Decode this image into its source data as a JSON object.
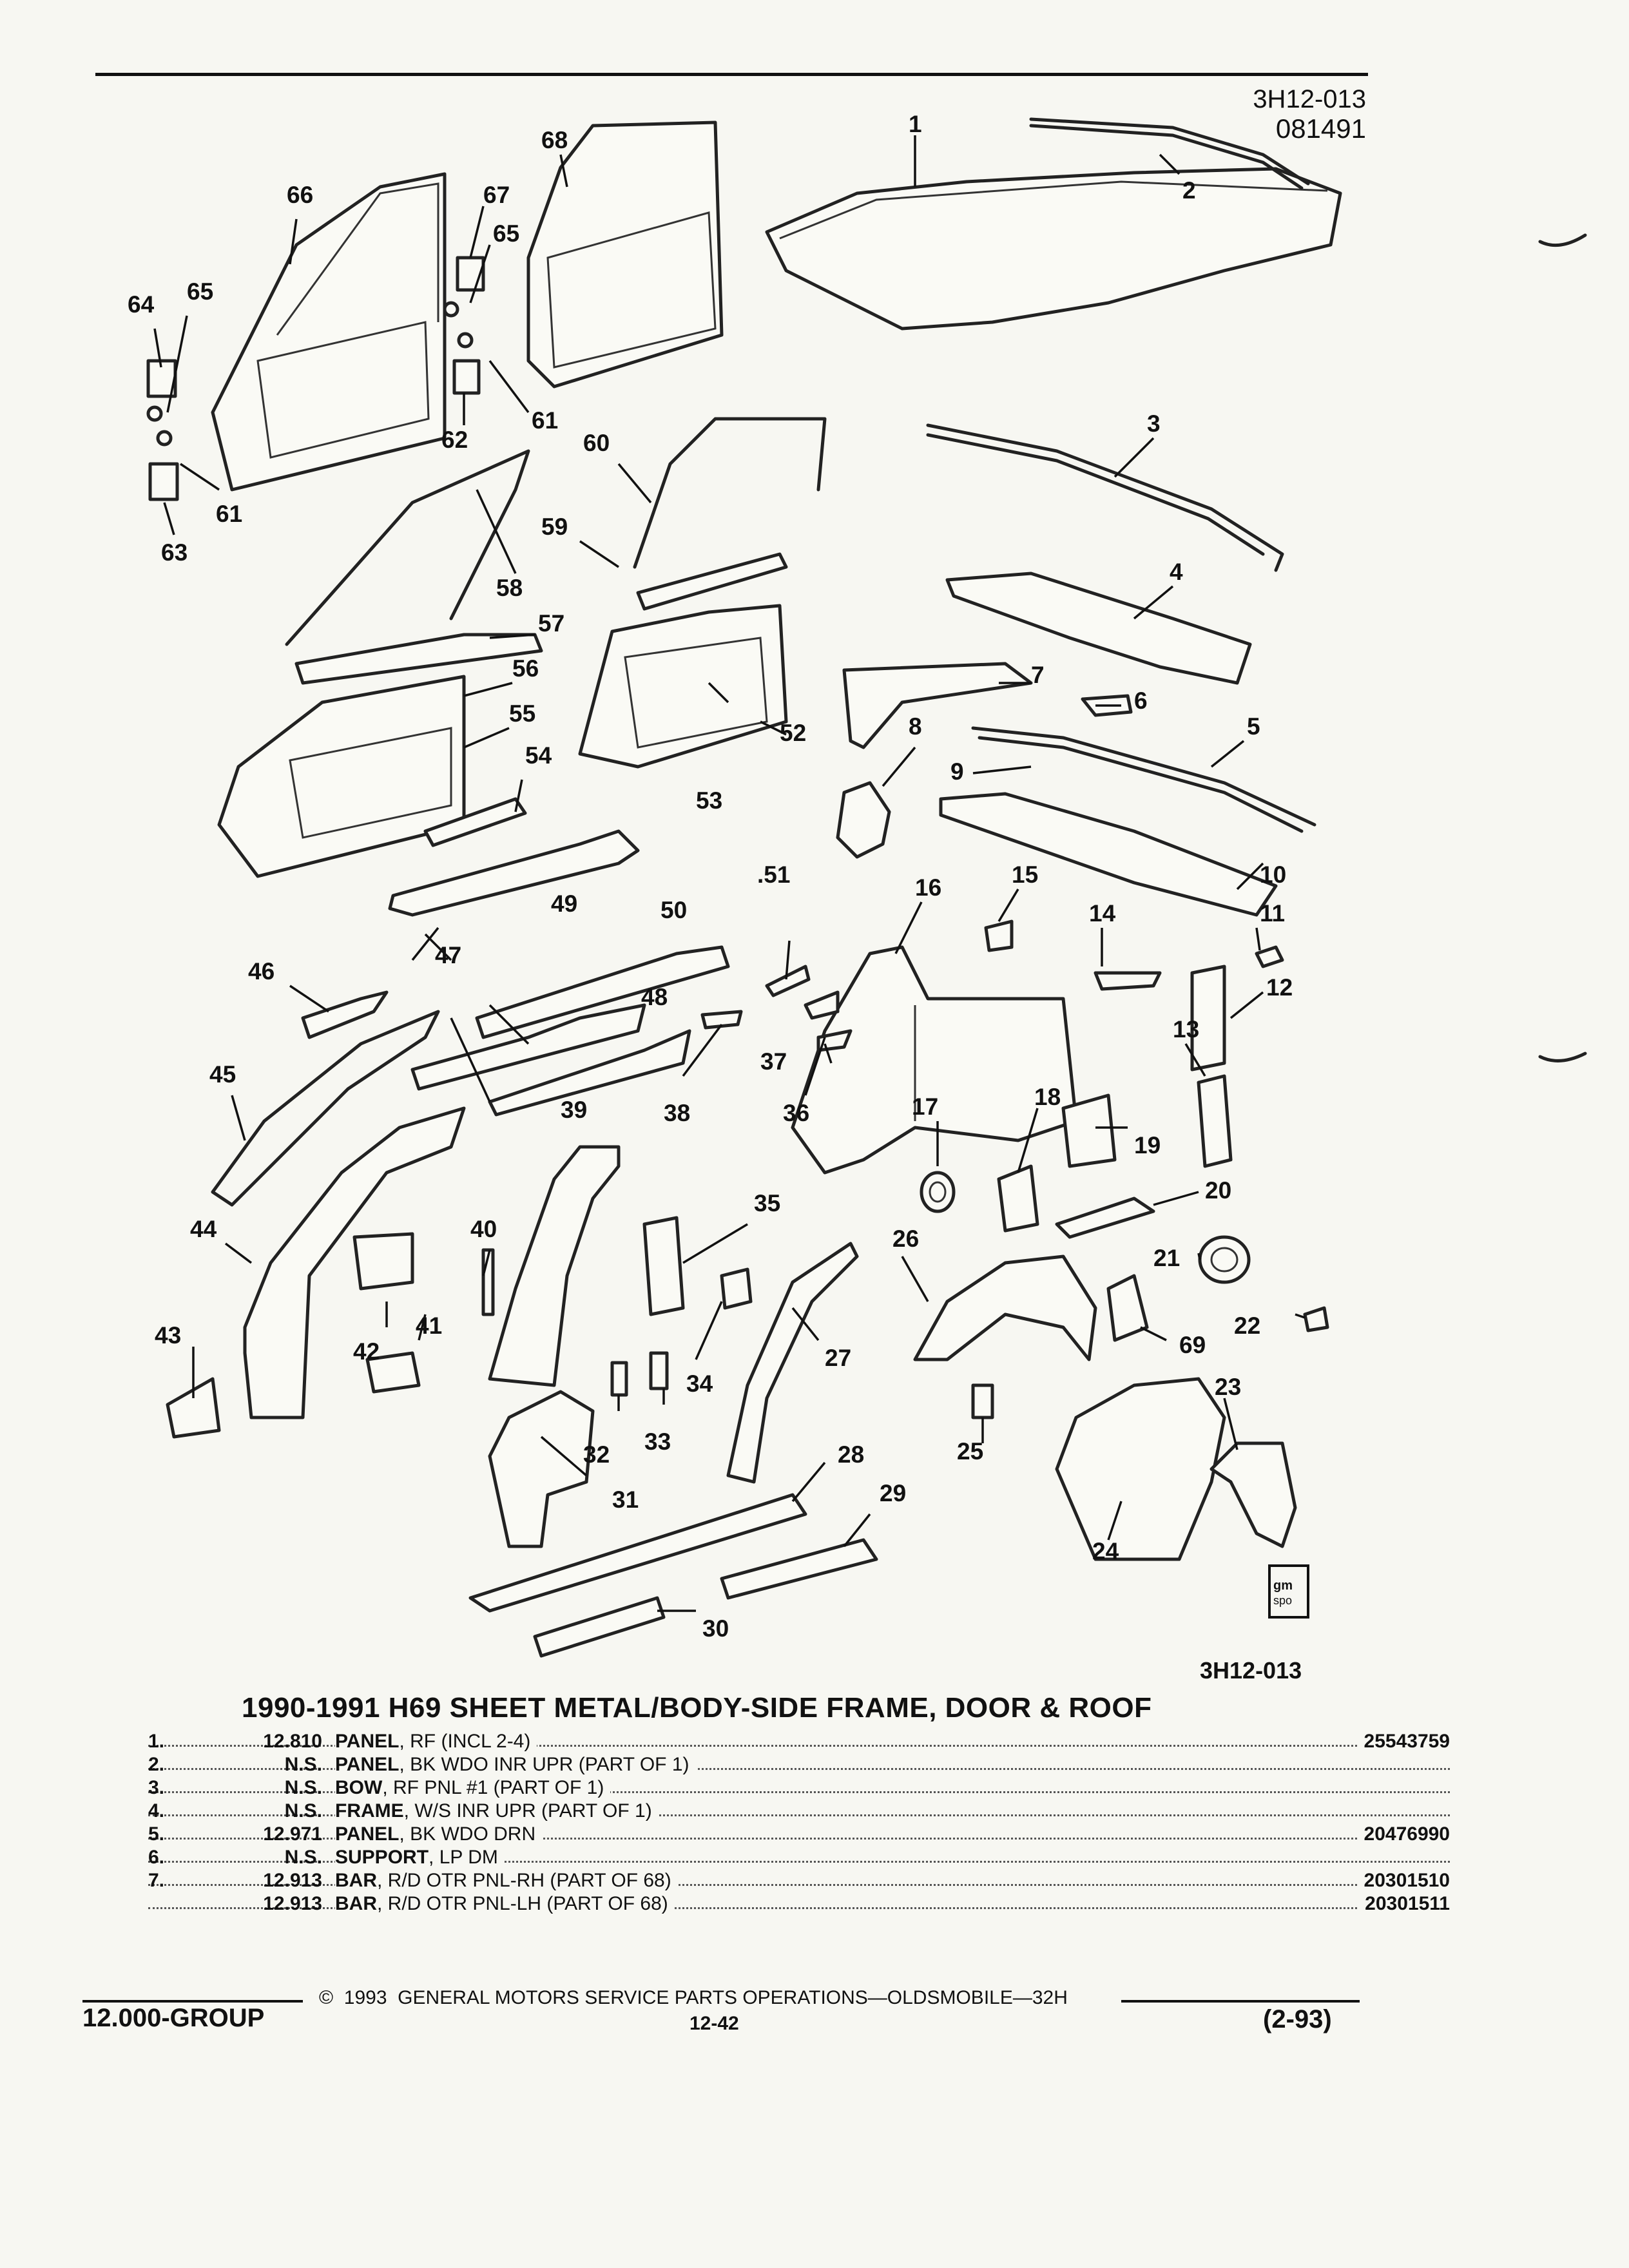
{
  "header": {
    "code_top": "3H12-013",
    "date_code": "081491"
  },
  "diagram": {
    "callouts": [
      "1",
      "2",
      "3",
      "4",
      "5",
      "6",
      "7",
      "8",
      "9",
      "10",
      "11",
      "12",
      "13",
      "14",
      "15",
      "16",
      "17",
      "18",
      "19",
      "20",
      "21",
      "22",
      "23",
      "24",
      "25",
      "26",
      "27",
      "28",
      "29",
      "30",
      "31",
      "32",
      "33",
      "34",
      "35",
      "36",
      "37",
      "38",
      "39",
      "40",
      "41",
      "42",
      "43",
      "44",
      "45",
      "46",
      "47",
      "48",
      "49",
      "50",
      ".51",
      "52",
      "53",
      "54",
      "55",
      "56",
      "57",
      "58",
      "59",
      "60",
      "61",
      "61",
      "62",
      "63",
      "64",
      "65",
      "65",
      "66",
      "67",
      "68",
      "69"
    ],
    "code_bottom": "3H12-013",
    "logo_text": [
      "gm",
      "spo"
    ]
  },
  "caption": "1990-1991 H69 SHEET METAL/BODY-SIDE FRAME, DOOR & ROOF",
  "parts": [
    {
      "num": "1.",
      "group": "12.810",
      "name": "PANEL",
      "desc": ", RF (INCL 2-4)",
      "part_no": "25543759"
    },
    {
      "num": "2.",
      "group": "N.S.",
      "name": "PANEL",
      "desc": ", BK WDO INR UPR (PART OF 1)",
      "part_no": ""
    },
    {
      "num": "3.",
      "group": "N.S.",
      "name": "BOW",
      "desc": ", RF PNL #1 (PART OF 1)",
      "part_no": ""
    },
    {
      "num": "4.",
      "group": "N.S.",
      "name": "FRAME",
      "desc": ", W/S INR UPR (PART OF 1)",
      "part_no": ""
    },
    {
      "num": "5.",
      "group": "12.971",
      "name": "PANEL",
      "desc": ", BK WDO DRN",
      "part_no": "20476990"
    },
    {
      "num": "6.",
      "group": "N.S.",
      "name": "SUPPORT",
      "desc": ", LP DM",
      "part_no": ""
    },
    {
      "num": "7.",
      "group": "12.913",
      "name": "BAR",
      "desc": ", R/D OTR PNL-RH (PART OF 68)",
      "part_no": "20301510"
    },
    {
      "num": "",
      "group": "12.913",
      "name": "BAR",
      "desc": ", R/D OTR PNL-LH (PART OF 68)",
      "part_no": "20301511"
    }
  ],
  "footer": {
    "copyright": "©  1993  GENERAL MOTORS SERVICE PARTS OPERATIONS—OLDSMOBILE—32H",
    "group": "12.000-GROUP",
    "page": "12-42",
    "edition": "(2-93)"
  }
}
